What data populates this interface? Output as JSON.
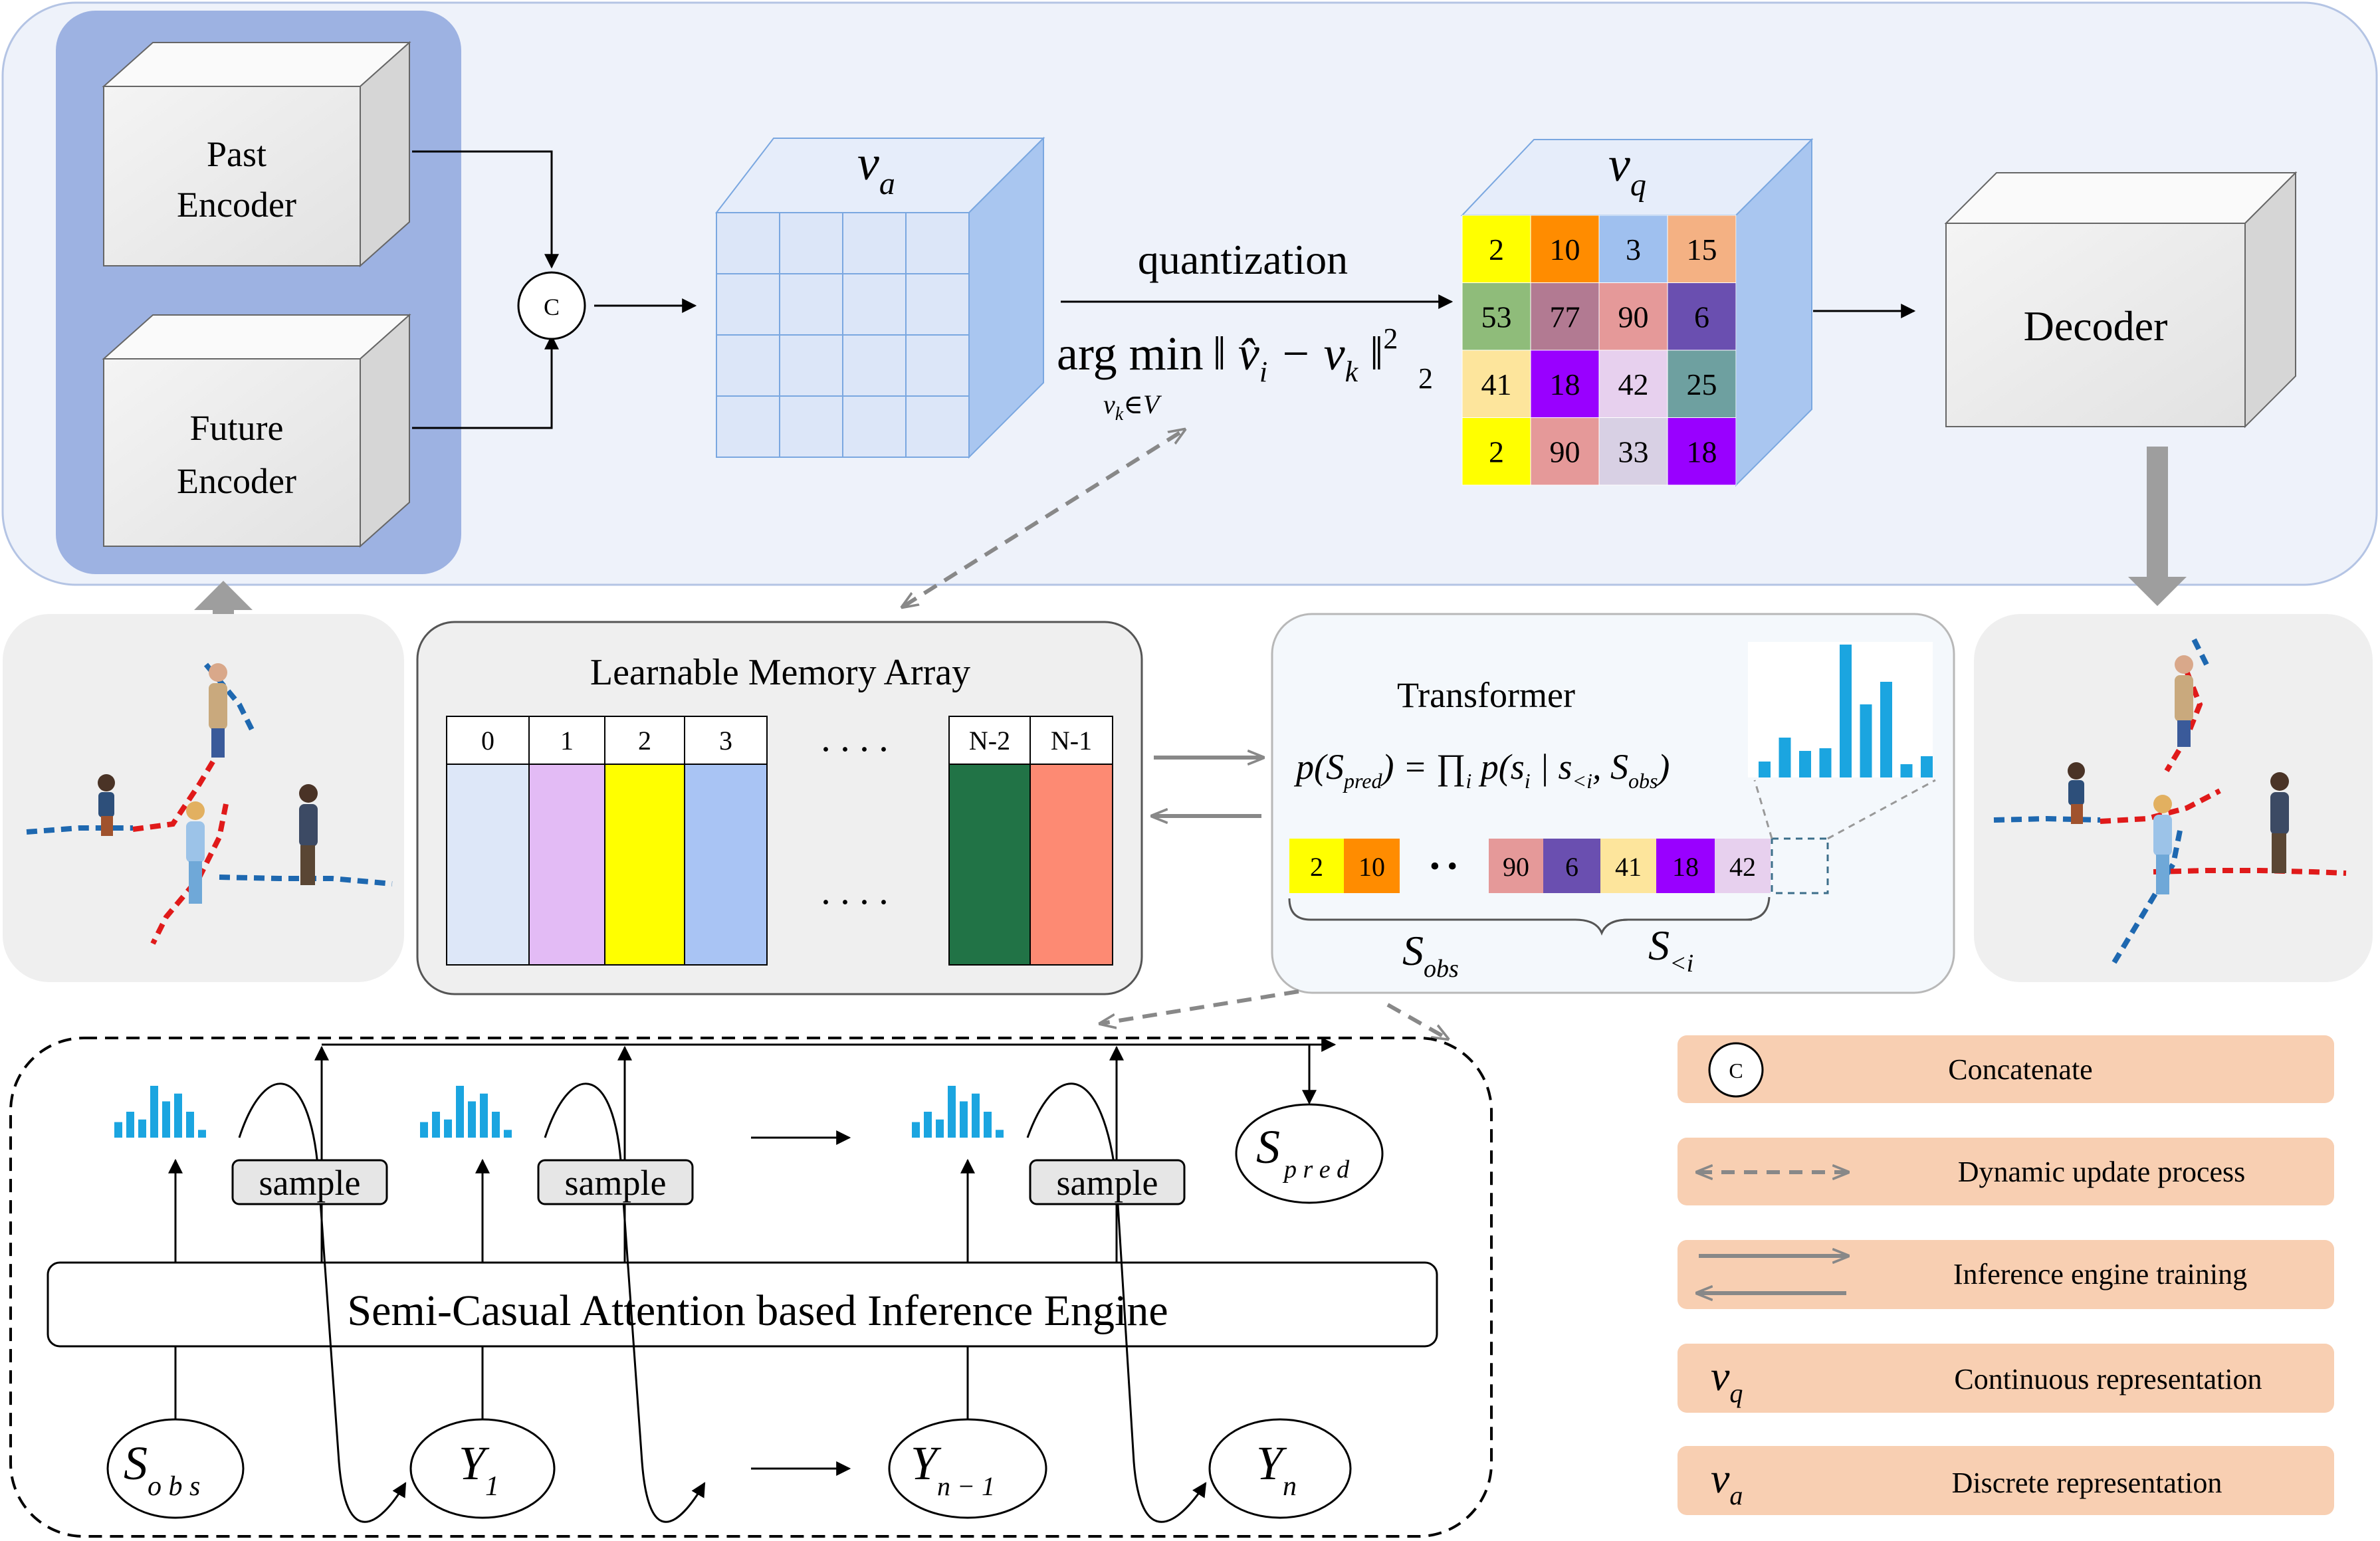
{
  "encoders": {
    "past_line1": "Past",
    "past_line2": "Encoder",
    "future_line1": "Future",
    "future_line2": "Encoder"
  },
  "concat_symbol": "C",
  "va": {
    "base": "v",
    "sub": "a"
  },
  "vq": {
    "base": "v",
    "sub": "q"
  },
  "quantization": {
    "label": "quantization",
    "argmin": "arg min",
    "norm": "‖ v̂",
    "norm_sub": "i",
    "minus": " − v",
    "vk_sub": "k",
    "norm_close": " ‖",
    "sup": "2",
    "sub2": "2",
    "under_base": "v",
    "under_sub": "k",
    "under_rest": "∈V"
  },
  "vq_grid": {
    "values": [
      [
        2,
        10,
        3,
        15
      ],
      [
        53,
        77,
        90,
        6
      ],
      [
        41,
        18,
        42,
        25
      ],
      [
        2,
        90,
        33,
        18
      ]
    ],
    "colors": [
      [
        "#ffff00",
        "#ff8c00",
        "#9fc0ef",
        "#f4b183"
      ],
      [
        "#8fbc7a",
        "#b27a92",
        "#e59999",
        "#6a4fb0"
      ],
      [
        "#fde59c",
        "#9900ff",
        "#e7d0ee",
        "#6ea0a0"
      ],
      [
        "#ffff00",
        "#e59999",
        "#d8d0e4",
        "#9900ff"
      ]
    ]
  },
  "decoder": {
    "label": "Decoder"
  },
  "memory": {
    "title": "Learnable Memory Array",
    "headers": [
      "0",
      "1",
      "2",
      "3",
      "N-2",
      "N-1"
    ],
    "colors": [
      "#dde7f8",
      "#e3bbf5",
      "#ffff00",
      "#a9c4f4",
      "#217346",
      "#fd8a73"
    ],
    "dots": ". . . ."
  },
  "transformer": {
    "title": "Transformer",
    "formula_lhs": "p(S",
    "formula_lhs_sub": "pred",
    "formula_mid": ") = ∏",
    "formula_prod_sub": "i",
    "formula_rhs": " p(s",
    "formula_rhs_sub_i": "i",
    "formula_rhs_mid": " | s",
    "formula_rhs_sub_lt": "<i",
    "formula_rhs_obs": ", S",
    "formula_rhs_obs_sub": "obs",
    "formula_close": ")",
    "seq_values": [
      "2",
      "10",
      "90",
      "6",
      "41",
      "18",
      "42"
    ],
    "seq_colors": [
      "#ffff00",
      "#ff8c00",
      "#e59999",
      "#6a4fb0",
      "#fde59c",
      "#9900ff",
      "#e7d0ee"
    ],
    "seq_dots": "• •",
    "s_obs": "S",
    "s_obs_sub": "obs",
    "s_lt": "S",
    "s_lt_sub": "<i",
    "histogram": [
      0.12,
      0.3,
      0.2,
      0.22,
      1.0,
      0.55,
      0.72,
      0.1,
      0.16
    ]
  },
  "inference": {
    "engine_label": "Semi-Casual Attention based Inference Engine",
    "sample_label": "sample",
    "s_obs": "S",
    "s_obs_sub": "o b s",
    "y1": "Y",
    "y1_sub": "1",
    "yn1": "Y",
    "yn1_sub": "n − 1",
    "yn": "Y",
    "yn_sub": "n",
    "s_pred": "S",
    "s_pred_sub": "p r e d",
    "mini_hist": [
      0.3,
      0.5,
      0.35,
      1.0,
      0.7,
      0.85,
      0.5,
      0.15
    ]
  },
  "legend": {
    "concat_symbol": "C",
    "concat": "Concatenate",
    "dynamic": "Dynamic update process",
    "training": "Inference engine training",
    "vq_base": "v",
    "vq_sub": "q",
    "vq_label": "Continuous representation",
    "va_base": "v",
    "va_sub": "a",
    "va_label": "Discrete representation"
  },
  "colors": {
    "top_panel": "#eef2fa",
    "encoder_panel": "#9db2e2",
    "cube_front": "#dce6f8",
    "cube_side": "#a9c6f0",
    "legend_bg": "#f8cfb2",
    "histogram": "#1ba5e0"
  }
}
